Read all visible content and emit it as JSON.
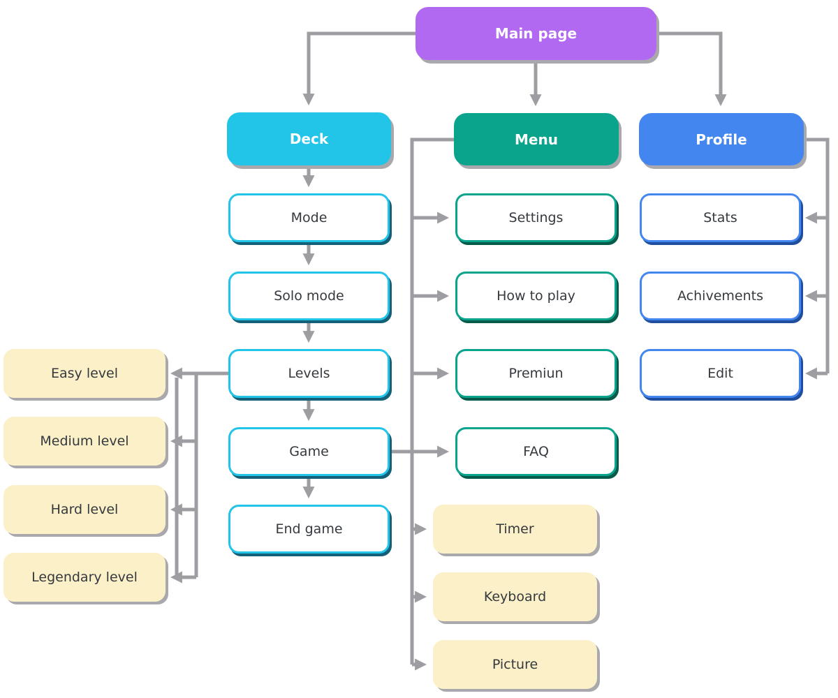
{
  "diagram": {
    "nodes": {
      "main_page": "Main page",
      "deck": "Deck",
      "menu": "Menu",
      "profile": "Profile",
      "mode": "Mode",
      "solo_mode": "Solo mode",
      "levels": "Levels",
      "game": "Game",
      "end_game": "End game",
      "easy_level": "Easy level",
      "medium_level": "Medium level",
      "hard_level": "Hard level",
      "legendary_level": "Legendary level",
      "settings": "Settings",
      "how_to_play": "How to play",
      "premiun": "Premiun",
      "faq": "FAQ",
      "timer": "Timer",
      "keyboard": "Keyboard",
      "picture": "Picture",
      "stats": "Stats",
      "achivements": "Achivements",
      "edit": "Edit"
    },
    "colors": {
      "main_page": "#B269F1",
      "deck": "#22C4E8",
      "menu": "#0AA38B",
      "profile": "#4486EF",
      "level_box": "#FBF0C8",
      "connector": "#9D9DA2"
    }
  }
}
